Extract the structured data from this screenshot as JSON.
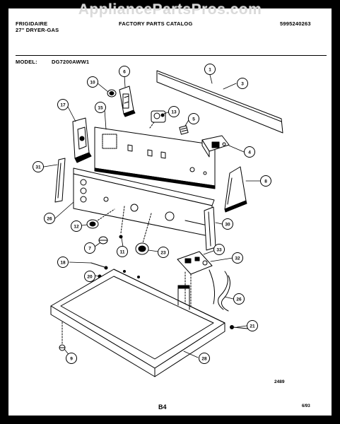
{
  "header": {
    "brand": "FRIGIDAIRE",
    "product": "27\" DRYER-GAS",
    "catalog_title": "FACTORY PARTS CATALOG",
    "catalog_number": "5995240263",
    "model_label": "MODEL:",
    "model_value": "DG7200AWW1"
  },
  "watermark": "AppliancePartsPros.com",
  "footer": {
    "diagram_number": "2489",
    "page_number": "B4",
    "date": "6/93"
  },
  "callouts": [
    "1",
    "3",
    "6",
    "10",
    "13",
    "5",
    "17",
    "15",
    "4",
    "31",
    "8",
    "26",
    "30",
    "12",
    "7",
    "11",
    "23",
    "33",
    "18",
    "32",
    "20",
    "26",
    "21",
    "9",
    "28"
  ],
  "colors": {
    "ink": "#000000",
    "paper": "#ffffff",
    "frame": "#000000",
    "watermark": "#cdcdcd"
  }
}
